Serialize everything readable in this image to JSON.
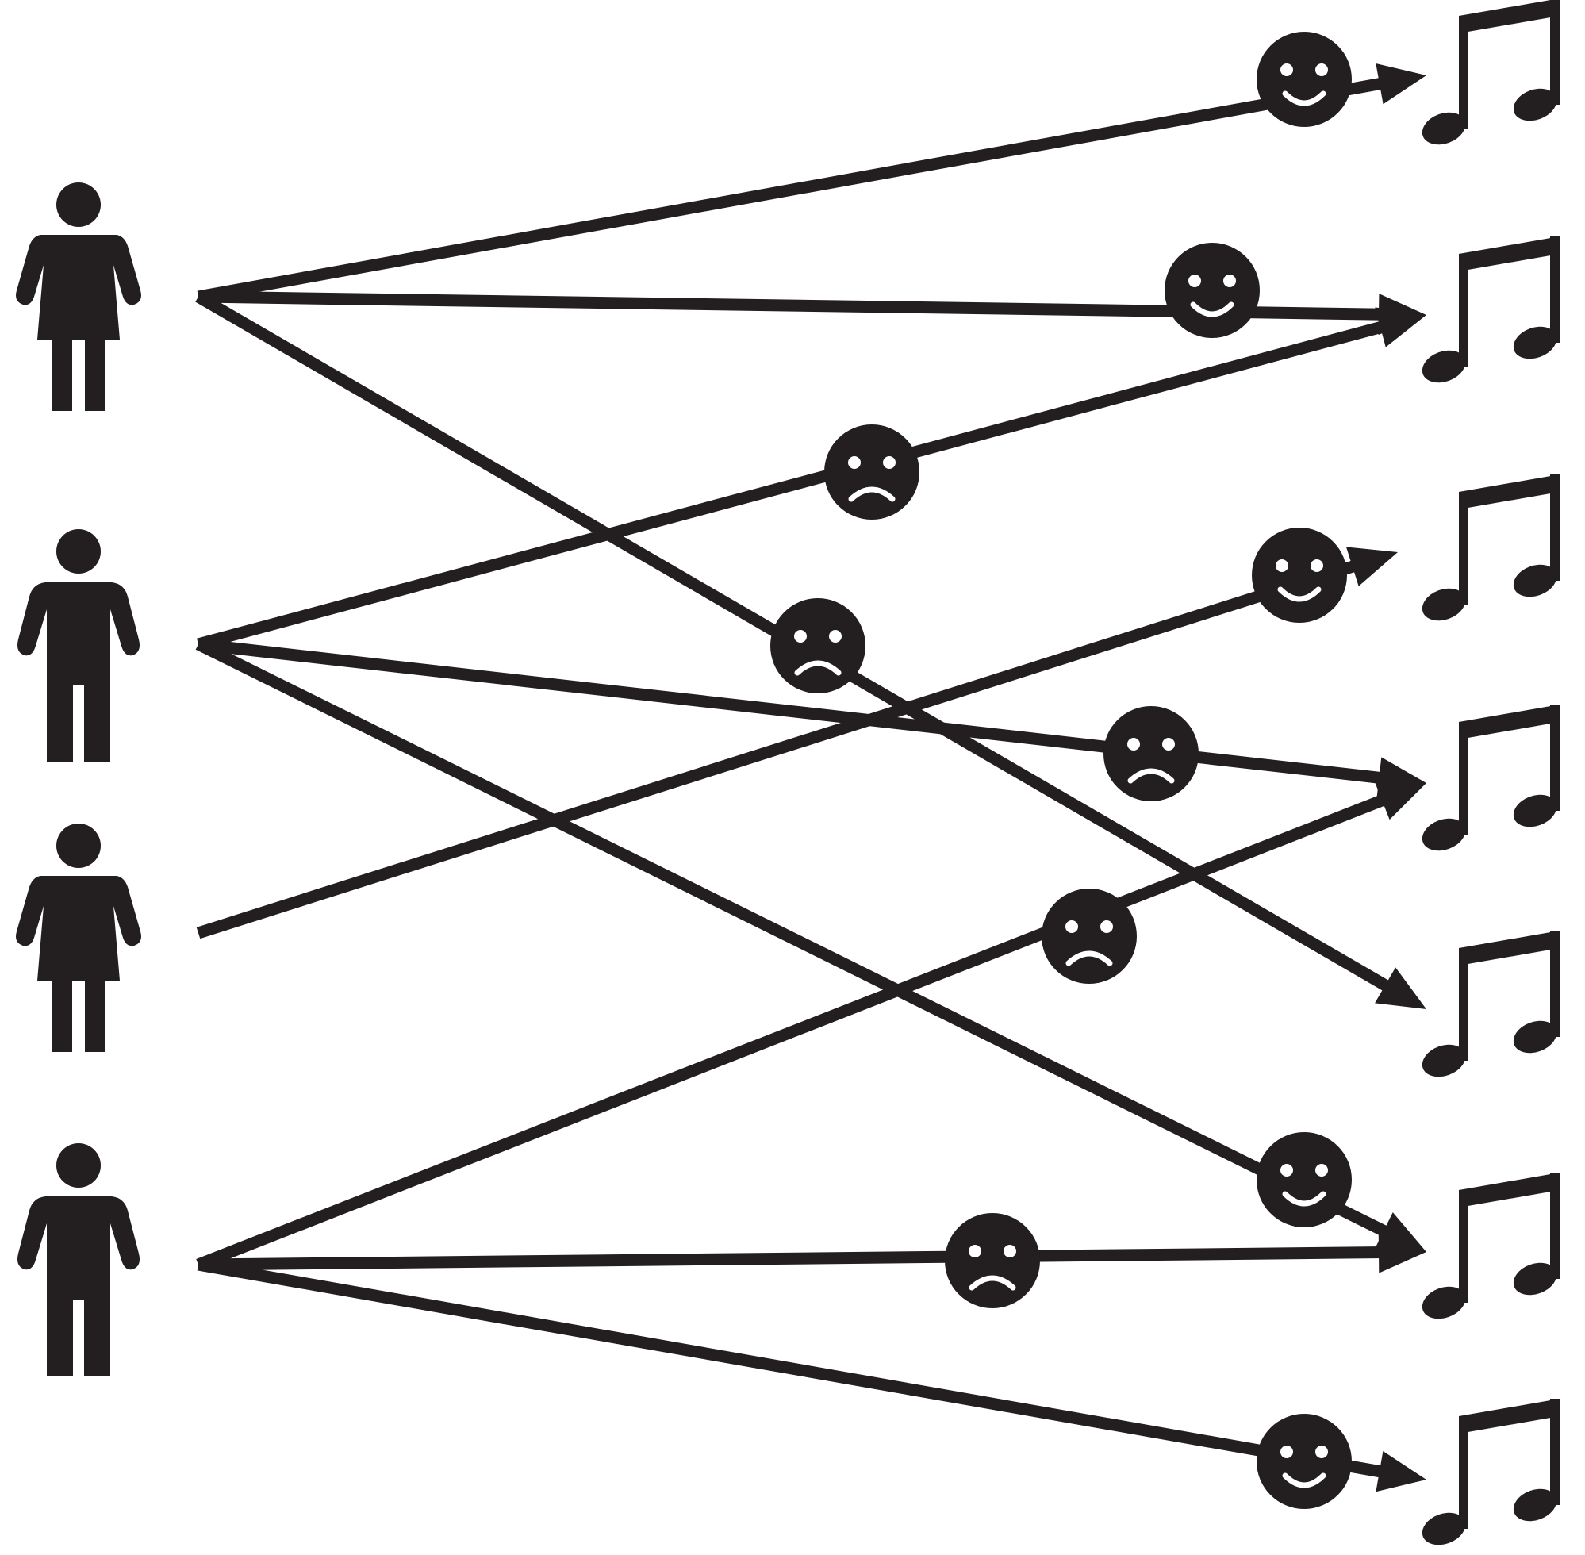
{
  "colors": {
    "ink": "#231f20",
    "background": "#ffffff",
    "face_features": "#ffffff"
  },
  "users": [
    {
      "id": "user-1",
      "icon": "woman-icon"
    },
    {
      "id": "user-2",
      "icon": "man-icon"
    },
    {
      "id": "user-3",
      "icon": "woman-icon"
    },
    {
      "id": "user-4",
      "icon": "man-icon"
    }
  ],
  "songs": [
    {
      "id": "song-1",
      "icon": "music-note-icon"
    },
    {
      "id": "song-2",
      "icon": "music-note-icon"
    },
    {
      "id": "song-3",
      "icon": "music-note-icon"
    },
    {
      "id": "song-4",
      "icon": "music-note-icon"
    },
    {
      "id": "song-5",
      "icon": "music-note-icon"
    },
    {
      "id": "song-6",
      "icon": "music-note-icon"
    },
    {
      "id": "song-7",
      "icon": "music-note-icon"
    }
  ],
  "ratings": [
    {
      "user": 1,
      "song": 1,
      "sentiment": "happy"
    },
    {
      "user": 1,
      "song": 2,
      "sentiment": "happy"
    },
    {
      "user": 1,
      "song": 5,
      "sentiment": "sad"
    },
    {
      "user": 2,
      "song": 2,
      "sentiment": "sad"
    },
    {
      "user": 2,
      "song": 4,
      "sentiment": "sad"
    },
    {
      "user": 2,
      "song": 6,
      "sentiment": "happy"
    },
    {
      "user": 3,
      "song": 3,
      "sentiment": "happy"
    },
    {
      "user": 4,
      "song": 4,
      "sentiment": "sad"
    },
    {
      "user": 4,
      "song": 6,
      "sentiment": "sad"
    },
    {
      "user": 4,
      "song": 7,
      "sentiment": "happy"
    }
  ]
}
